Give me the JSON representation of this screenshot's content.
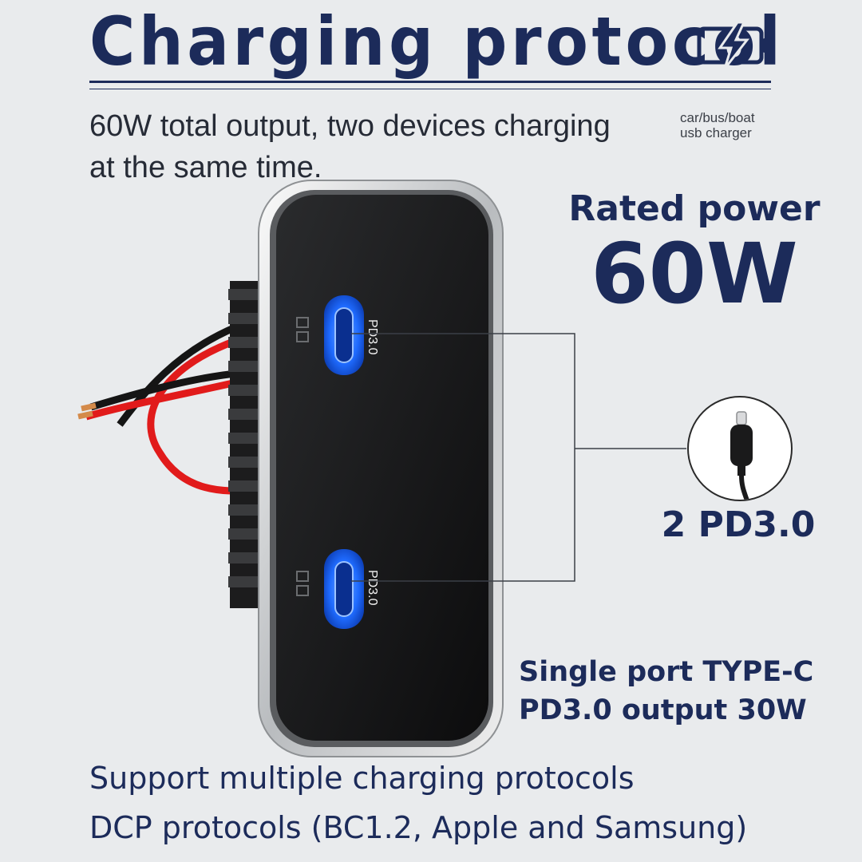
{
  "header": {
    "title": "Charging protocol",
    "icon": "battery-bolt-icon"
  },
  "intro": {
    "line1": "60W total output, two devices charging",
    "line2": "at the same time."
  },
  "tag": {
    "line1": "car/bus/boat",
    "line2": "usb charger"
  },
  "rated": {
    "label": "Rated power",
    "value": "60W"
  },
  "ports": {
    "top_label": "PD3.0",
    "bottom_label": "PD3.0",
    "count_label": "2 PD3.0",
    "single_line1": "Single port TYPE-C",
    "single_line2": "PD3.0 output 30W"
  },
  "footer": {
    "line1": "Support multiple charging protocols",
    "line2": "DCP protocols (BC1.2, Apple and Samsung)"
  },
  "colors": {
    "navy": "#1c2b5a",
    "background": "#e9ebed",
    "port_blue": "#1f6bff",
    "wire_red": "#e11b1b"
  }
}
